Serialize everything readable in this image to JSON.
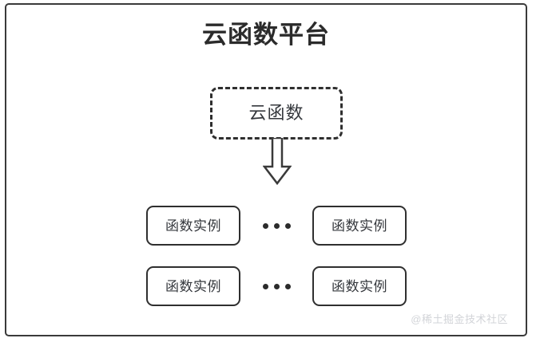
{
  "diagram": {
    "title": "云函数平台",
    "container": {
      "name": "platform-container",
      "border_color": "#3a3a3a"
    },
    "cloud_function": {
      "label": "云函数",
      "border_style": "dashed",
      "border_color": "#2f2f2f"
    },
    "arrow": {
      "direction": "down",
      "style": "hollow-block",
      "stroke_color": "#3a3a3a",
      "fill_color": "#ffffff"
    },
    "instance_rows": [
      {
        "left_instance": "函数实例",
        "ellipsis": "•••",
        "right_instance": "函数实例"
      },
      {
        "left_instance": "函数实例",
        "ellipsis": "•••",
        "right_instance": "函数实例"
      }
    ],
    "watermark": "@稀土掘金技术社区",
    "colors": {
      "background": "#ffffff",
      "stroke": "#2f2f2f",
      "title_text": "#2b2b2b",
      "body_text": "#35383d",
      "watermark_text": "#d2d4d8"
    }
  }
}
